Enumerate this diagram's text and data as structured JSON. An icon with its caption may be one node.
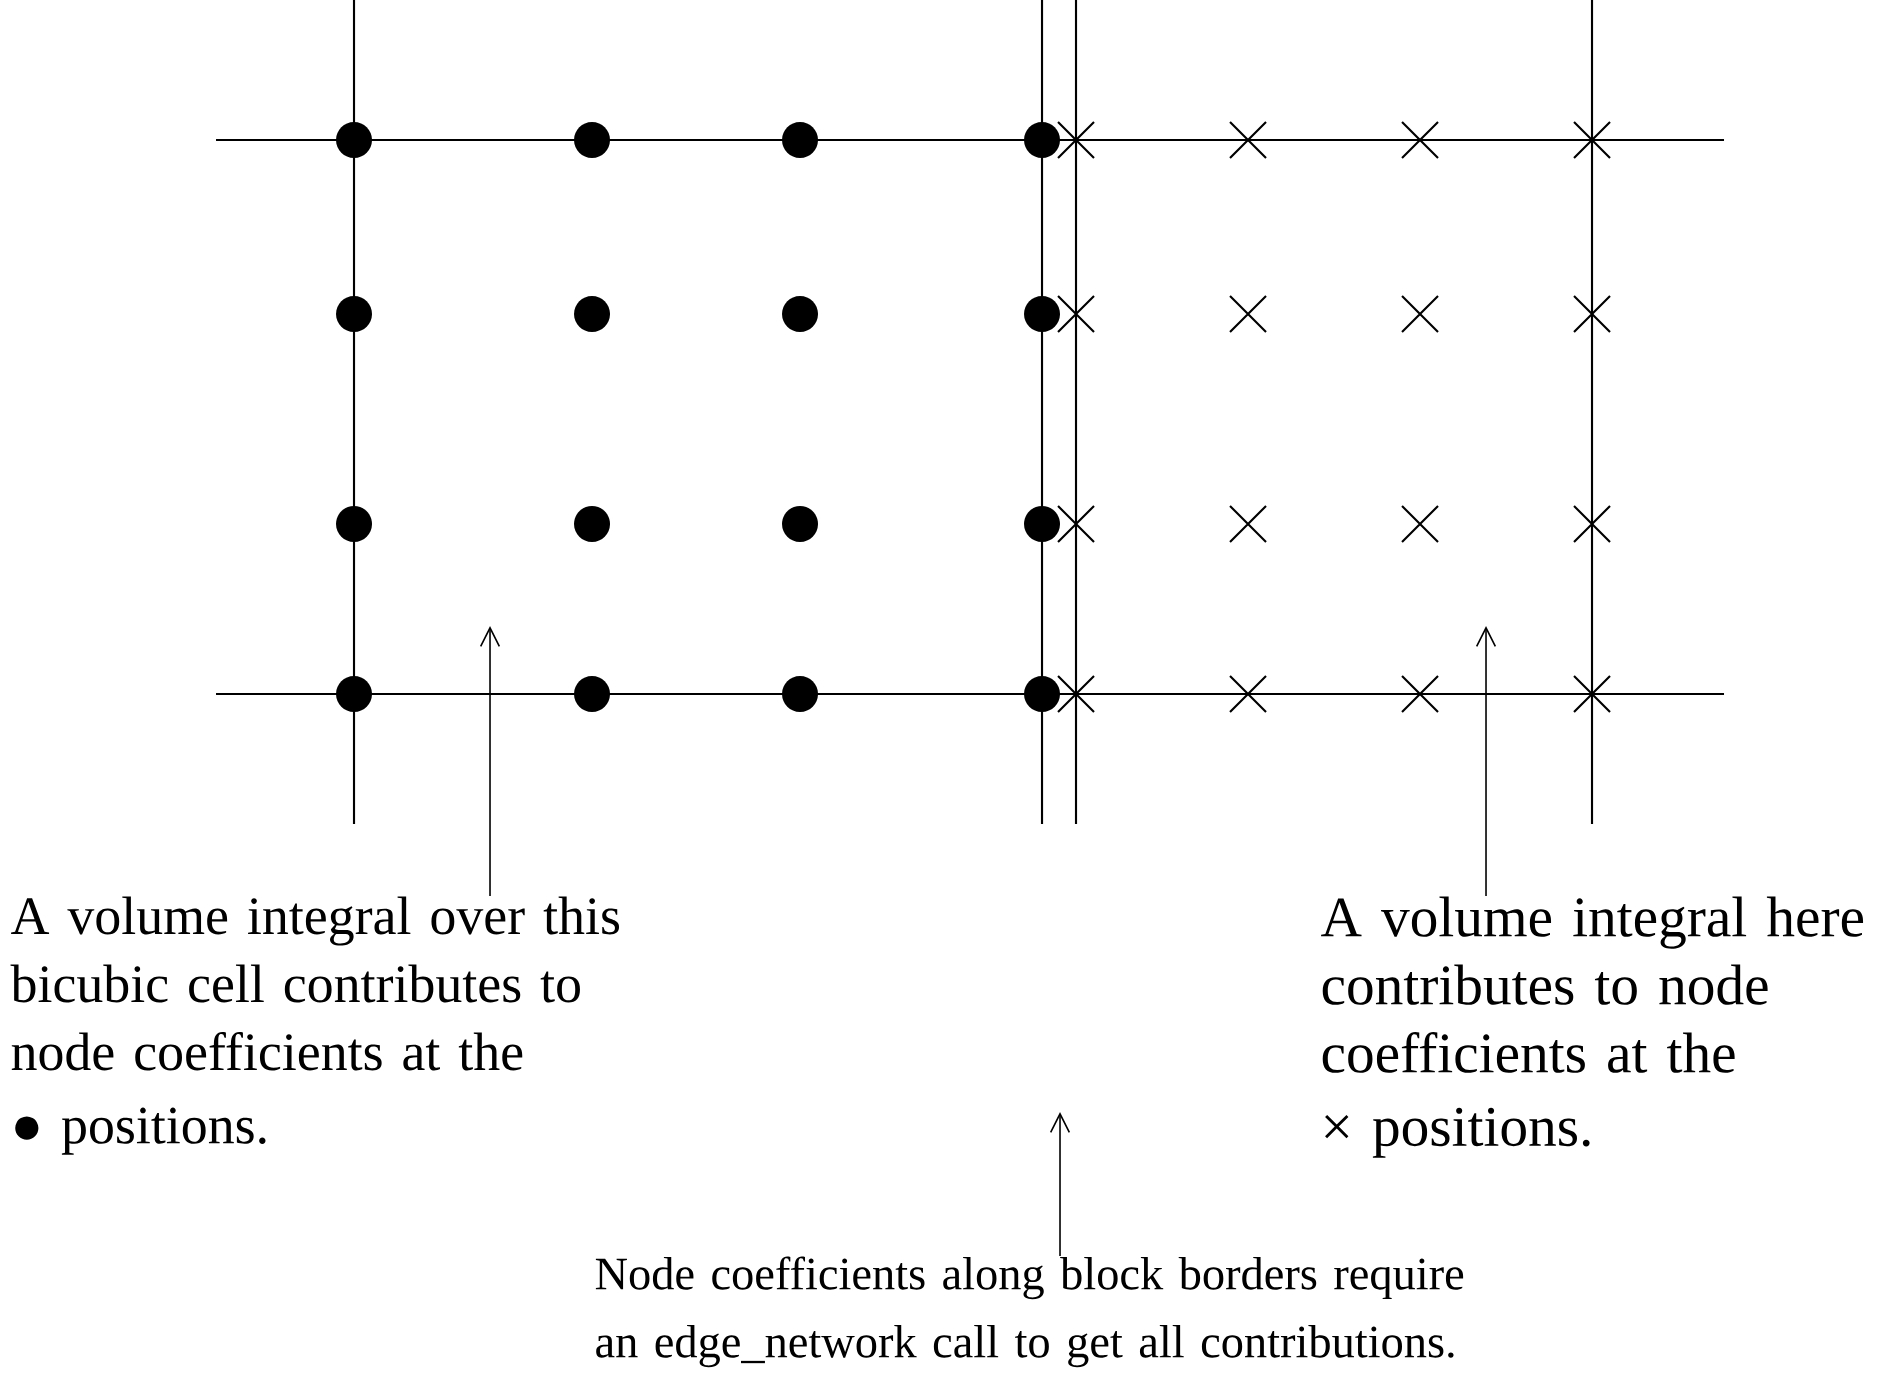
{
  "diagram": {
    "nodes": [
      {
        "text": [
          "A volume integral over this bicubic cell contributes to node coefficients at the",
          "● positions."
        ]
      },
      {
        "text": [
          "Node coefficients along block borders require an edge_network call to get all contributions."
        ]
      },
      {
        "text": [
          "A volume integral here contributes to node coefficients at the",
          "× positions."
        ]
      }
    ],
    "edges": [
      {
        "from": 0,
        "to": null,
        "arrow": "to"
      },
      {
        "from": 1,
        "to": null,
        "arrow": "to"
      },
      {
        "from": 2,
        "to": null,
        "arrow": "to"
      }
    ]
  }
}
